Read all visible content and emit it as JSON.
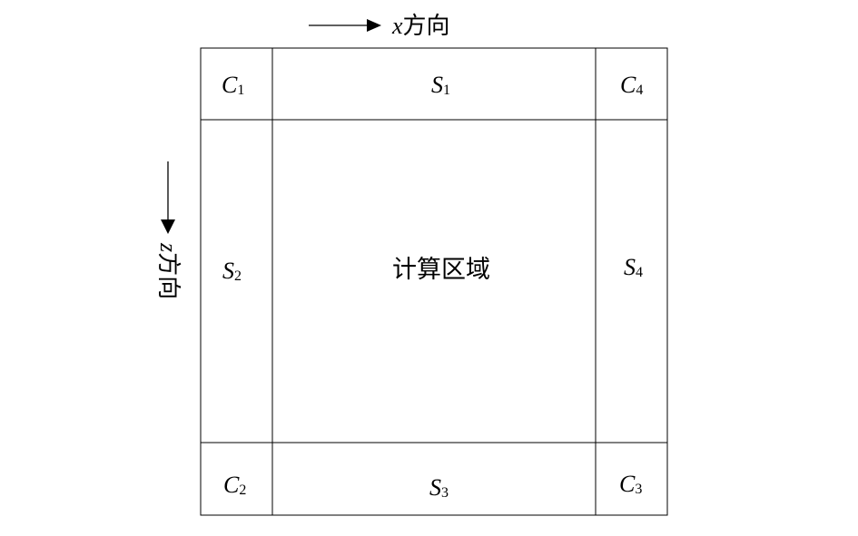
{
  "axes": {
    "x": {
      "var": "x",
      "suffix": "方向"
    },
    "z": {
      "var": "z",
      "suffix": "方向"
    }
  },
  "regions": {
    "corners": [
      {
        "letter": "C",
        "sub": "1"
      },
      {
        "letter": "C",
        "sub": "4"
      },
      {
        "letter": "C",
        "sub": "2"
      },
      {
        "letter": "C",
        "sub": "3"
      }
    ],
    "sides": [
      {
        "letter": "S",
        "sub": "1"
      },
      {
        "letter": "S",
        "sub": "2"
      },
      {
        "letter": "S",
        "sub": "3"
      },
      {
        "letter": "S",
        "sub": "4"
      }
    ],
    "center": "计算区域"
  },
  "colors": {
    "line": "#000000",
    "background": "#ffffff"
  }
}
